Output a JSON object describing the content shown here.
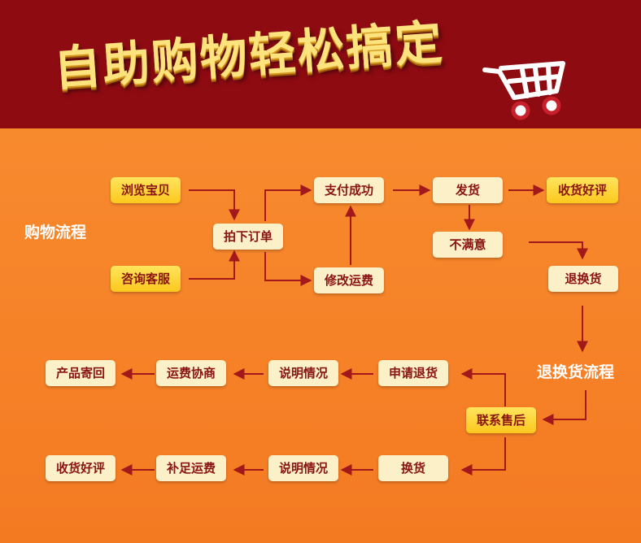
{
  "header": {
    "title": "自助购物轻松搞定"
  },
  "section_labels": {
    "shopping_flow": "购物流程",
    "return_flow": "退换货流程"
  },
  "nodes": {
    "browse": "浏览宝贝",
    "consult": "咨询客服",
    "order": "拍下订单",
    "modify_shipping": "修改运费",
    "pay_success": "支付成功",
    "ship": "发货",
    "receive_review_1": "收货好评",
    "unsatisfied": "不满意",
    "return_exchange": "退换货",
    "contact_after_sales": "联系售后",
    "apply_return": "申请退货",
    "explain_1": "说明情况",
    "shipping_negotiate": "运费协商",
    "product_return": "产品寄回",
    "exchange": "换货",
    "explain_2": "说明情况",
    "supplement_shipping": "补足运费",
    "receive_review_2": "收货好评"
  },
  "colors": {
    "header_bg": "#8f0b12",
    "body_bg": "#f47c24",
    "arrow": "#a3191b",
    "box_yellow": "#fcd33a",
    "box_cream": "#fcf0c8",
    "box_text": "#8a1313"
  },
  "icons": {
    "cart": "shopping-cart-icon"
  }
}
